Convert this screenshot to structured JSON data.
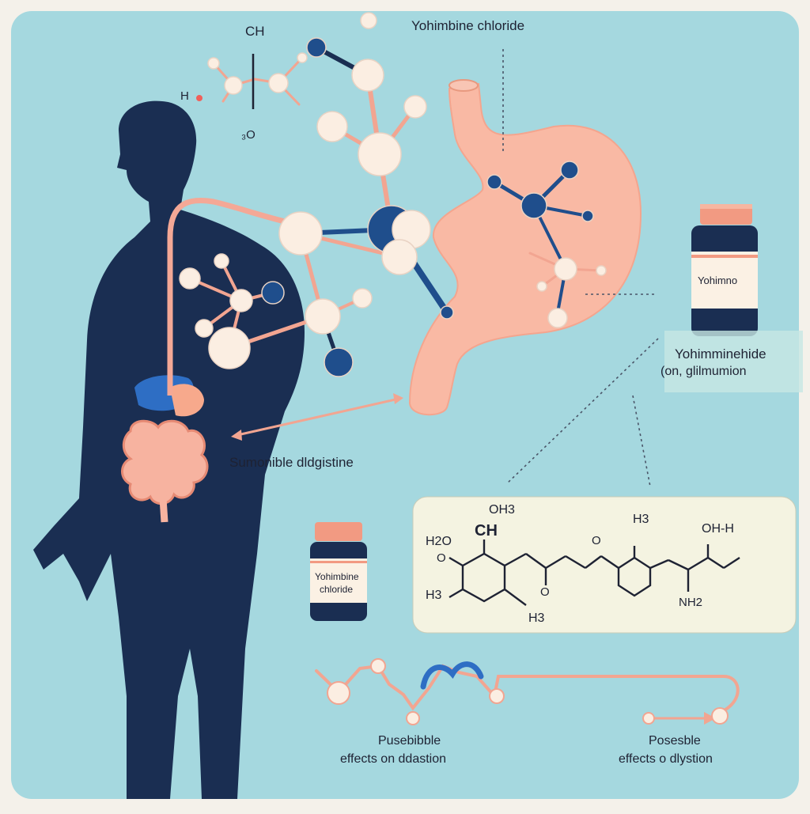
{
  "title": "Yohimbine chloride",
  "labels": {
    "small_ch": "CH",
    "small_h": "H",
    "small_o": "₃O",
    "bottle_right": "Yohimno",
    "bottle_left_line1": "Yohimbine",
    "bottle_left_line2": "chloride",
    "side_caption_line1": "Yohimminehide",
    "side_caption_line2": "(on, glilmumion",
    "intestine_caption": "Sumonible dldgistine",
    "effects_left_line1": "Pusebibble",
    "effects_left_line2": "effects on ddastion",
    "effects_right_line1": "Posesble",
    "effects_right_line2": "effects  o dlystion"
  },
  "structure": {
    "ch3_top": "OH3",
    "ch": "CH",
    "h2o": "H2O",
    "o_left": "O",
    "h3_left": "H3",
    "ho_bottom": "H3",
    "h3_bottom": "H3",
    "h3_mid": "H3",
    "oh_h": "OH-H",
    "o_right": "O",
    "nh2": "NH2",
    "o_mid": "O"
  },
  "colors": {
    "background": "#a5d8df",
    "navy": "#1a2e52",
    "stomach": "#f9b9a4",
    "atom_white": "#fbeee2",
    "atom_blue": "#1f4e8c",
    "bond_pink": "#f2a591",
    "bottle_cap": "#f29a82",
    "panel": "#f4f3e1"
  },
  "icons": [
    "person-silhouette-icon",
    "stomach-icon",
    "intestine-icon",
    "liver-icon",
    "pill-bottle-icon",
    "molecule-icon"
  ]
}
